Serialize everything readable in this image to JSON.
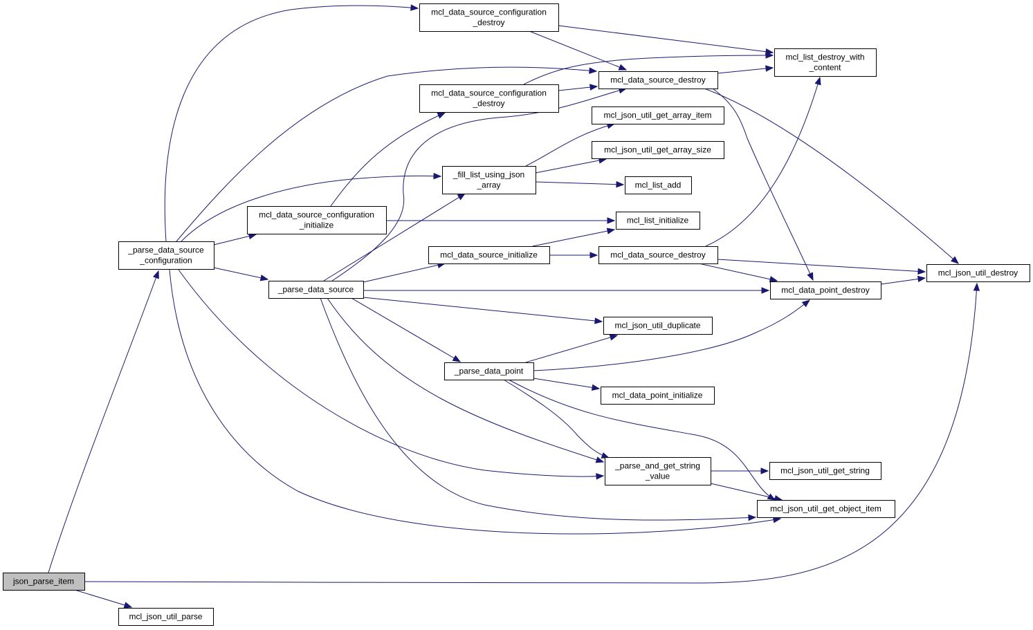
{
  "graph": {
    "colors": {
      "edge": "#191970",
      "node_fill": "#ffffff",
      "root_fill": "#bfbfbf",
      "node_border": "#000000"
    },
    "nodes": [
      {
        "id": "json_parse_item",
        "lines": [
          "json_parse_item"
        ],
        "root": true
      },
      {
        "id": "mcl_json_util_parse",
        "lines": [
          "mcl_json_util_parse"
        ]
      },
      {
        "id": "parse_ds_config",
        "lines": [
          "_parse_data_source",
          "_configuration"
        ]
      },
      {
        "id": "dsc_destroy_top",
        "lines": [
          "mcl_data_source_configuration",
          "_destroy"
        ]
      },
      {
        "id": "dsc_destroy_mid",
        "lines": [
          "mcl_data_source_configuration",
          "_destroy"
        ]
      },
      {
        "id": "dsc_initialize",
        "lines": [
          "mcl_data_source_configuration",
          "_initialize"
        ]
      },
      {
        "id": "parse_data_source",
        "lines": [
          "_parse_data_source"
        ]
      },
      {
        "id": "fill_list",
        "lines": [
          "_fill_list_using_json",
          "_array"
        ]
      },
      {
        "id": "ds_initialize",
        "lines": [
          "mcl_data_source_initialize"
        ]
      },
      {
        "id": "parse_data_point",
        "lines": [
          "_parse_data_point"
        ]
      },
      {
        "id": "ds_destroy_top",
        "lines": [
          "mcl_data_source_destroy"
        ]
      },
      {
        "id": "get_array_item",
        "lines": [
          "mcl_json_util_get_array_item"
        ]
      },
      {
        "id": "get_array_size",
        "lines": [
          "mcl_json_util_get_array_size"
        ]
      },
      {
        "id": "list_add",
        "lines": [
          "mcl_list_add"
        ]
      },
      {
        "id": "list_initialize",
        "lines": [
          "mcl_list_initialize"
        ]
      },
      {
        "id": "ds_destroy_bot",
        "lines": [
          "mcl_data_source_destroy"
        ]
      },
      {
        "id": "duplicate",
        "lines": [
          "mcl_json_util_duplicate"
        ]
      },
      {
        "id": "dp_initialize",
        "lines": [
          "mcl_data_point_initialize"
        ]
      },
      {
        "id": "parse_get_string",
        "lines": [
          "_parse_and_get_string",
          "_value"
        ]
      },
      {
        "id": "list_destroy_content",
        "lines": [
          "mcl_list_destroy_with",
          "_content"
        ]
      },
      {
        "id": "dp_destroy",
        "lines": [
          "mcl_data_point_destroy"
        ]
      },
      {
        "id": "get_string",
        "lines": [
          "mcl_json_util_get_string"
        ]
      },
      {
        "id": "get_object_item",
        "lines": [
          "mcl_json_util_get_object_item"
        ]
      },
      {
        "id": "json_destroy",
        "lines": [
          "mcl_json_util_destroy"
        ]
      }
    ],
    "edges": [
      [
        "json_parse_item",
        "parse_ds_config"
      ],
      [
        "json_parse_item",
        "mcl_json_util_parse"
      ],
      [
        "json_parse_item",
        "json_destroy"
      ],
      [
        "parse_ds_config",
        "dsc_destroy_top"
      ],
      [
        "parse_ds_config",
        "ds_destroy_top"
      ],
      [
        "parse_ds_config",
        "fill_list"
      ],
      [
        "parse_ds_config",
        "dsc_initialize"
      ],
      [
        "parse_ds_config",
        "parse_data_source"
      ],
      [
        "parse_ds_config",
        "parse_get_string"
      ],
      [
        "parse_ds_config",
        "get_object_item"
      ],
      [
        "dsc_destroy_top",
        "list_destroy_content"
      ],
      [
        "dsc_destroy_top",
        "ds_destroy_top"
      ],
      [
        "ds_destroy_top",
        "list_destroy_content"
      ],
      [
        "ds_destroy_top",
        "dp_destroy"
      ],
      [
        "ds_destroy_top",
        "json_destroy"
      ],
      [
        "dsc_destroy_mid",
        "list_destroy_content"
      ],
      [
        "dsc_destroy_mid",
        "ds_destroy_top"
      ],
      [
        "dsc_initialize",
        "dsc_destroy_mid"
      ],
      [
        "dsc_initialize",
        "list_initialize"
      ],
      [
        "fill_list",
        "get_array_item"
      ],
      [
        "fill_list",
        "get_array_size"
      ],
      [
        "fill_list",
        "list_add"
      ],
      [
        "parse_data_source",
        "ds_destroy_top"
      ],
      [
        "parse_data_source",
        "fill_list"
      ],
      [
        "parse_data_source",
        "ds_initialize"
      ],
      [
        "parse_data_source",
        "dp_destroy"
      ],
      [
        "parse_data_source",
        "duplicate"
      ],
      [
        "parse_data_source",
        "parse_data_point"
      ],
      [
        "parse_data_source",
        "parse_get_string"
      ],
      [
        "parse_data_source",
        "get_object_item"
      ],
      [
        "ds_initialize",
        "list_initialize"
      ],
      [
        "ds_initialize",
        "ds_destroy_bot"
      ],
      [
        "ds_destroy_bot",
        "list_destroy_content"
      ],
      [
        "ds_destroy_bot",
        "json_destroy"
      ],
      [
        "ds_destroy_bot",
        "dp_destroy"
      ],
      [
        "dp_destroy",
        "json_destroy"
      ],
      [
        "parse_data_point",
        "duplicate"
      ],
      [
        "parse_data_point",
        "dp_destroy"
      ],
      [
        "parse_data_point",
        "dp_initialize"
      ],
      [
        "parse_data_point",
        "parse_get_string"
      ],
      [
        "parse_data_point",
        "get_object_item"
      ],
      [
        "parse_get_string",
        "get_string"
      ],
      [
        "parse_get_string",
        "get_object_item"
      ]
    ]
  }
}
